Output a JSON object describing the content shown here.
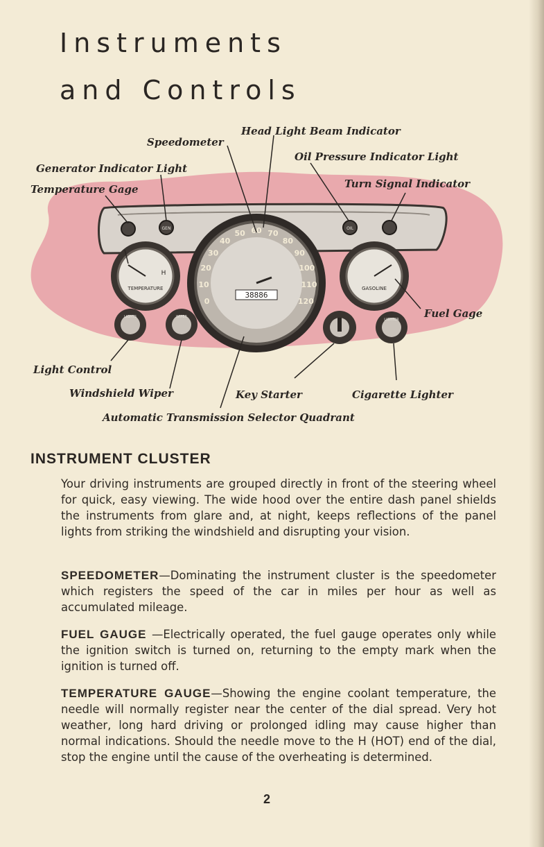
{
  "title": {
    "line1": "Instruments",
    "line2": "and Controls"
  },
  "diagram": {
    "labels": {
      "speedometer": "Speedometer",
      "head_light": "Head Light Beam Indicator",
      "oil_pressure": "Oil Pressure Indicator Light",
      "generator": "Generator Indicator Light",
      "turn_signal": "Turn Signal Indicator",
      "temperature": "Temperature Gage",
      "fuel": "Fuel Gage",
      "light_control": "Light Control",
      "wiper": "Windshield Wiper",
      "key_starter": "Key Starter",
      "cigarette": "Cigarette Lighter",
      "transmission": "Automatic Transmission Selector Quadrant"
    },
    "dial_text": {
      "temperature": "TEMPERATURE",
      "gasoline": "GASOLINE",
      "gen": "GEN",
      "oil": "OIL",
      "light": "LIGHTS",
      "wiper": "WIPER",
      "lighter": "LIGHTER",
      "temp_h": "H",
      "odometer": "38886"
    },
    "speed_marks": [
      "0",
      "10",
      "20",
      "30",
      "40",
      "50",
      "60",
      "70",
      "80",
      "90",
      "100",
      "110",
      "120"
    ]
  },
  "section": {
    "heading": "INSTRUMENT CLUSTER",
    "intro": "Your driving instruments are grouped directly in front of the steering wheel for quick, easy viewing. The wide hood over the entire dash panel shields the instruments from glare and, at night, keeps reflections of the panel lights from striking the windshield and disrupting your vision.",
    "speedometer": {
      "term": "SPEEDOMETER",
      "text": "—Dominating the instrument cluster is the speedometer which registers the speed of the car in miles per hour as well as accumulated mileage."
    },
    "fuel": {
      "term": "FUEL GAUGE",
      "text": " —Electrically operated, the fuel gauge operates only while the ignition switch is turned on, returning to the empty mark when the ignition is turned off."
    },
    "temperature": {
      "term": "TEMPERATURE GAUGE",
      "text": "—Showing the engine coolant temperature, the needle will normally register near the center of the dial spread. Very hot weather, long hard driving or prolonged idling may cause higher than normal indications. Should the needle move to the H (HOT) end of the dial, stop the engine until the cause of the overheating is determined."
    }
  },
  "page_number": "2",
  "colors": {
    "paper": "#f3ebd6",
    "pink": "#e9a9ad",
    "ink": "#2a2623"
  }
}
